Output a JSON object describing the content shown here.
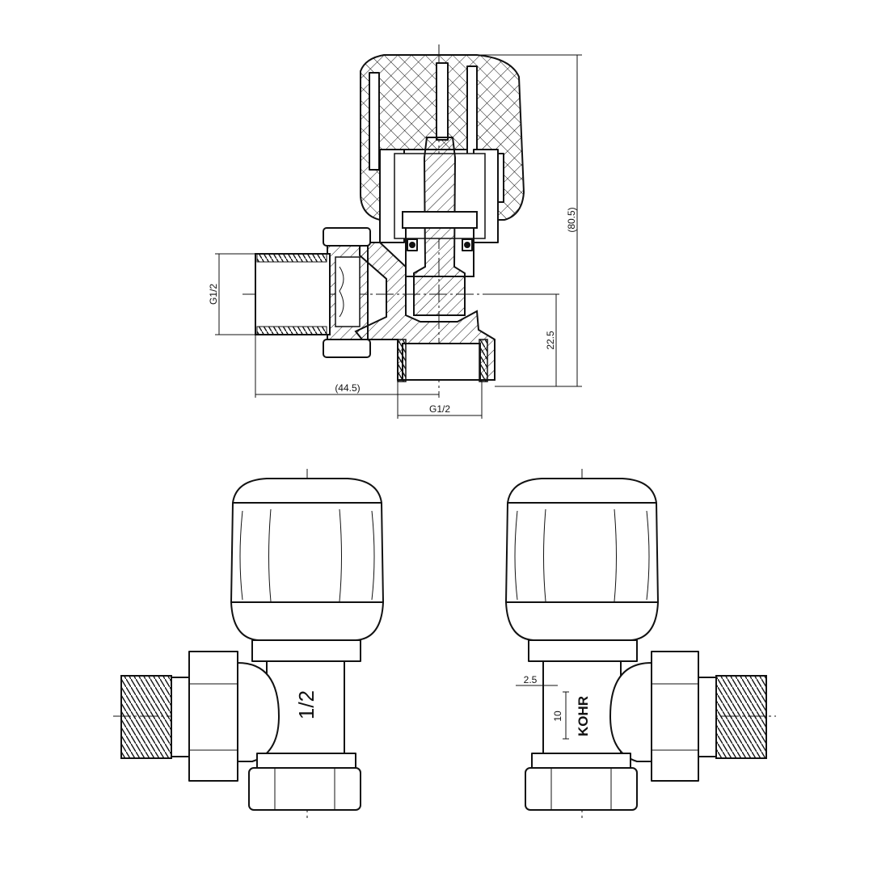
{
  "section_view": {
    "dim_height": "(80.5)",
    "dim_center": "22.5",
    "dim_length": "(44.5)",
    "thread_side": "G1/2",
    "thread_bottom": "G1/2"
  },
  "front_view": {
    "body_marking": "1/2"
  },
  "back_view": {
    "dim_offset": "2.5",
    "dim_width": "10",
    "brand_marking": "KOHR"
  }
}
